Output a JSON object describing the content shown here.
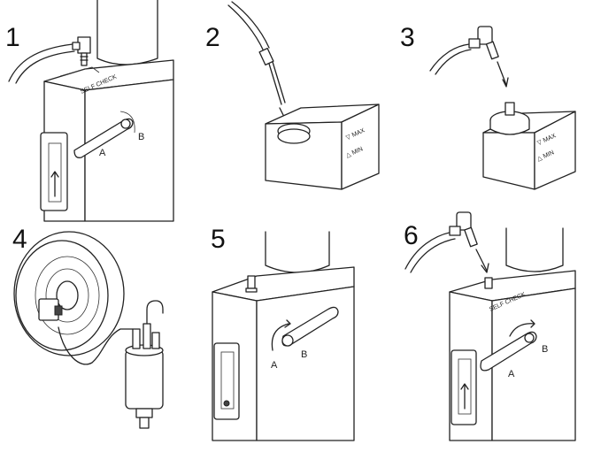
{
  "steps": [
    {
      "number": "1",
      "label_self_check": "SELF CHECK",
      "label_a": "A",
      "label_b": "B"
    },
    {
      "number": "2",
      "label_max": "▽ MAX",
      "label_min": "△ MIN"
    },
    {
      "number": "3",
      "label_max": "▽ MAX",
      "label_min": "△ MIN"
    },
    {
      "number": "4"
    },
    {
      "number": "5",
      "label_a": "A",
      "label_b": "B"
    },
    {
      "number": "6",
      "label_self_check": "SELF CHECK",
      "label_a": "A",
      "label_b": "B"
    }
  ],
  "colors": {
    "line": "#222222",
    "background": "#ffffff"
  }
}
